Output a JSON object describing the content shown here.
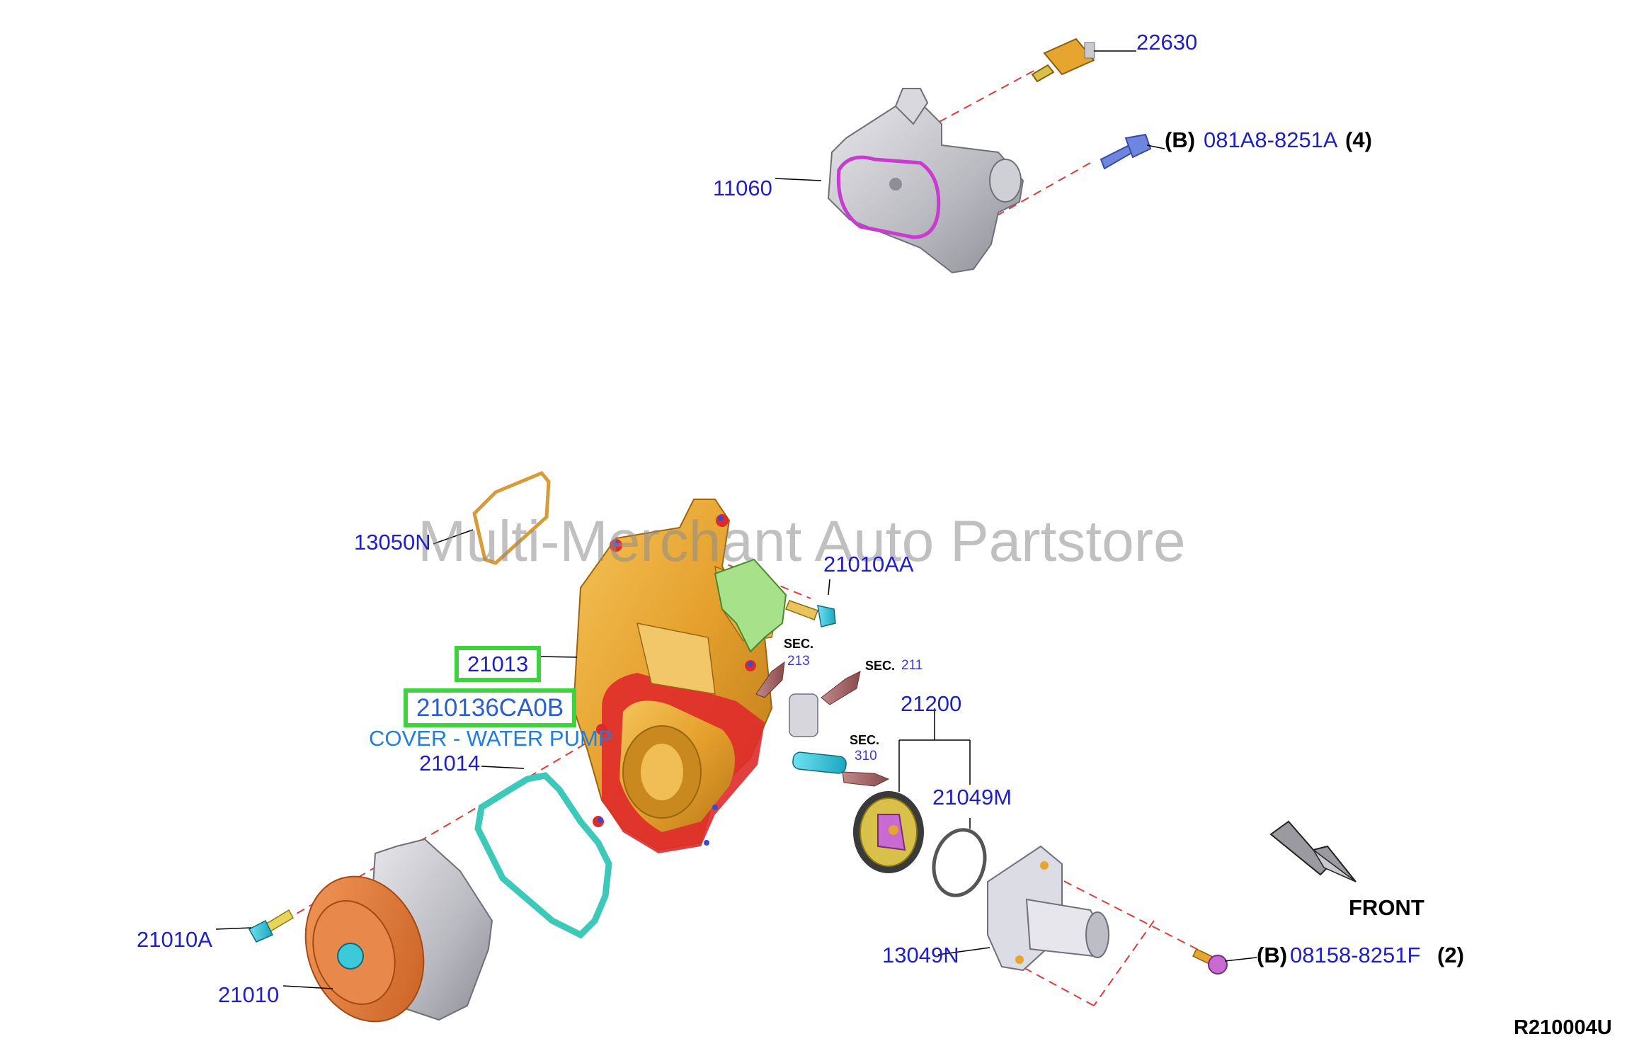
{
  "watermark": "Multi-Merchant Auto Partstore",
  "diagram_code": "R210004U",
  "front_label": "FRONT",
  "parts": {
    "p22630": "22630",
    "p081a8": "081A8-8251A",
    "p081a8_prefix": "(B)",
    "p081a8_qty": "(4)",
    "p11060": "11060",
    "p13050n": "13050N",
    "p21010aa": "21010AA",
    "p21013": "21013",
    "p210136ca0b": "210136CA0B",
    "p210136ca0b_desc": "COVER - WATER PUMP",
    "p21014": "21014",
    "p21200": "21200",
    "p21049m": "21049M",
    "p21010a": "21010A",
    "p21010": "21010",
    "p13049n": "13049N",
    "p08158": "08158-8251F",
    "p08158_prefix": "(B)",
    "p08158_qty": "(2)"
  },
  "sections": {
    "s213_label": "SEC.",
    "s213_num": "213",
    "s211_label": "SEC.",
    "s211_num": "211",
    "s310_label": "SEC.",
    "s310_num": "310"
  },
  "colors": {
    "part_number": "#1f1fc8",
    "highlight": "#3fd23f",
    "housing": "#e6a52e",
    "gasket_red": "#e02a2a",
    "gasket_teal": "#3cc9b9",
    "pulley": "#e07a3a",
    "leader_dash": "#e03a3a"
  }
}
